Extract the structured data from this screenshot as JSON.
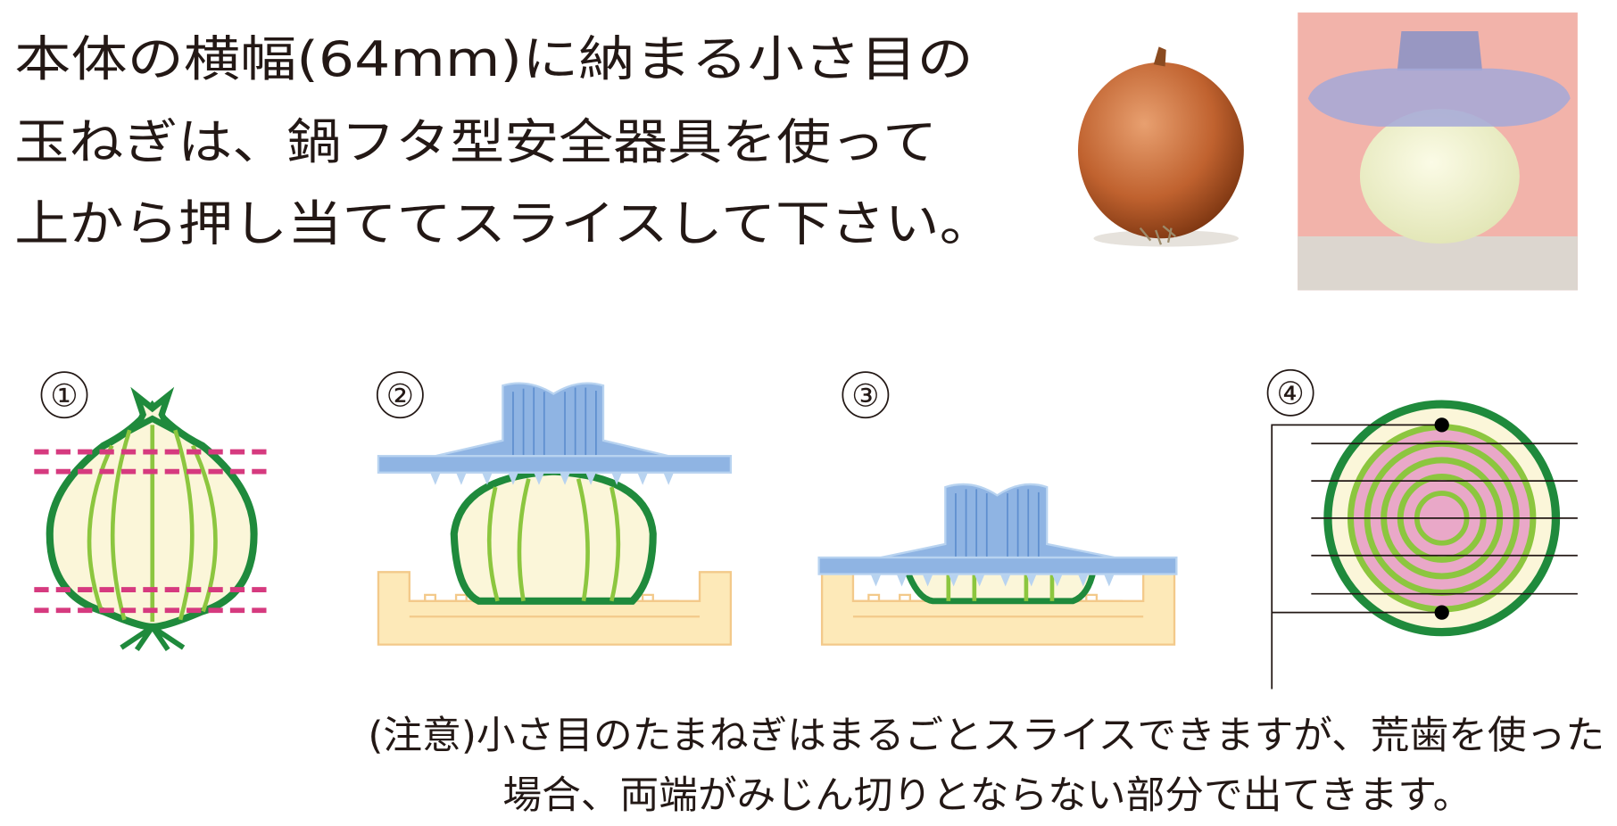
{
  "heading": {
    "lines": [
      "本体の横幅(64mm)に納まる小さ目の",
      "玉ねぎは、鍋フタ型安全器具を使って",
      "上から押し当ててスライスして下さい。"
    ]
  },
  "steps": [
    {
      "number": "①",
      "icon": "onion-with-cut-lines-icon"
    },
    {
      "number": "②",
      "icon": "guard-above-onion-icon"
    },
    {
      "number": "③",
      "icon": "guard-pressed-onion-icon"
    },
    {
      "number": "④",
      "icon": "onion-cross-section-icon"
    }
  ],
  "note": {
    "lines": [
      "(注意)小さ目のたまねぎはまるごとスライスできますが、荒歯を使った",
      "場合、両端がみじん切りとならない部分で出てきます。"
    ]
  },
  "colors": {
    "onion_outline": "#1f8a3c",
    "onion_vein": "#8cc63f",
    "onion_fill": "#fbf6d9",
    "cut_line": "#d63a7f",
    "guard": "#8fb4e3",
    "tray": "#fde9b8",
    "section_pink": "#e9a8c8",
    "photo_bg": "#f2b3aa"
  }
}
